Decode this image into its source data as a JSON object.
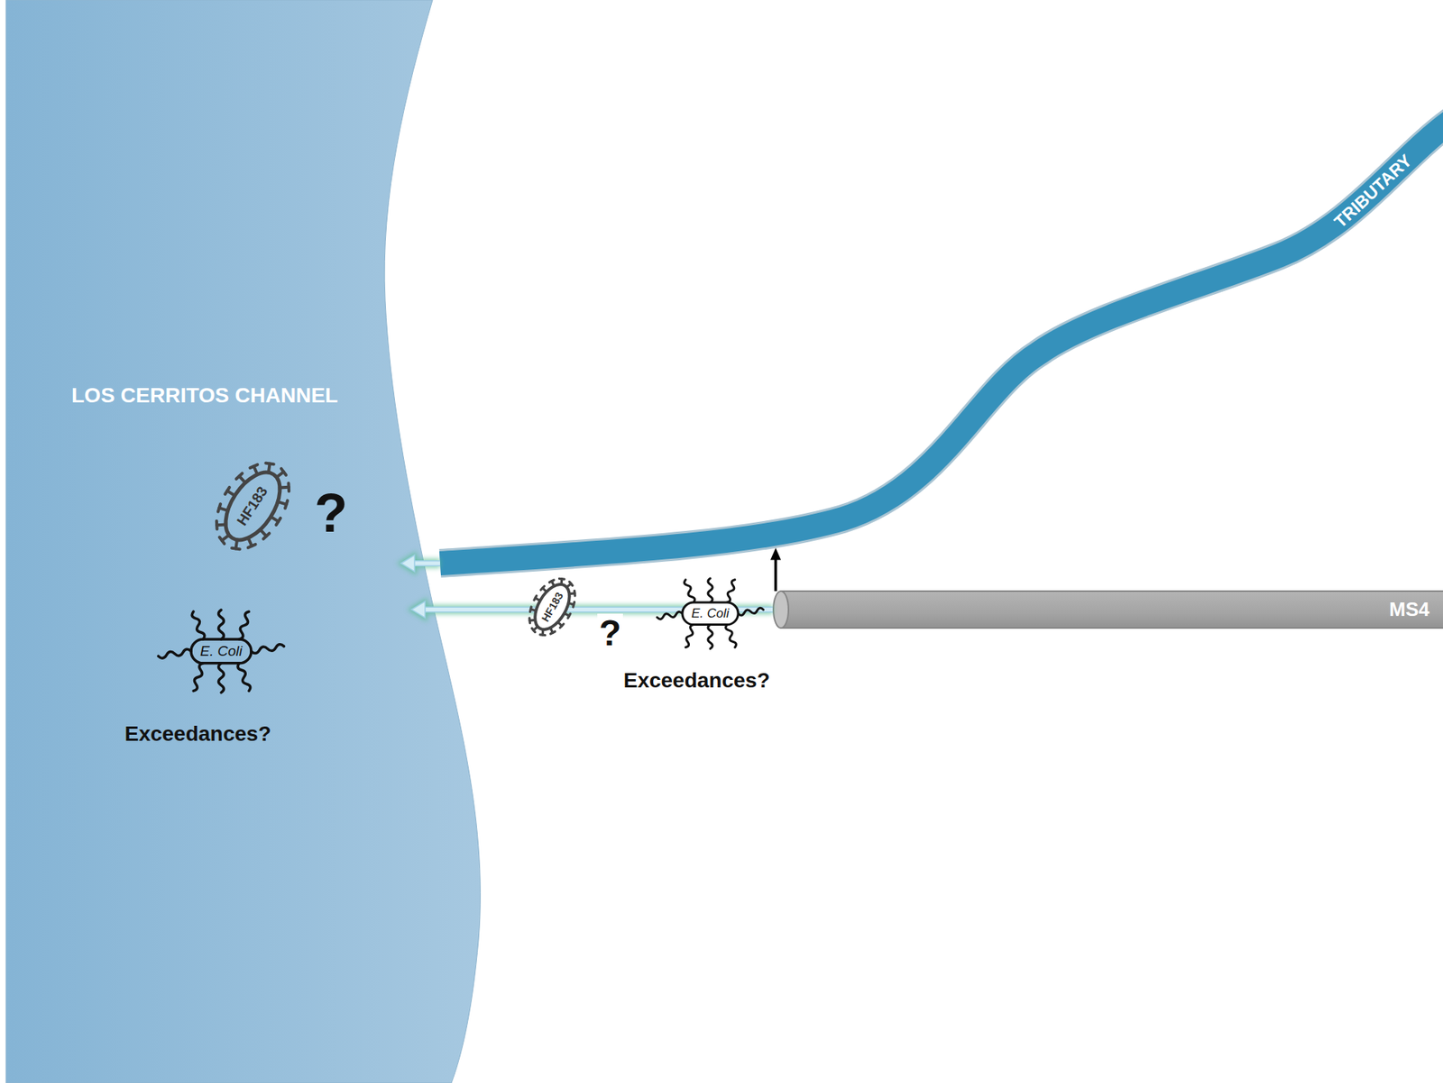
{
  "diagram": {
    "nodes": [
      {
        "text": [
          "LOS CERRITOS CHANNEL"
        ]
      },
      {
        "text": [
          "HF183"
        ],
        "in": 0
      },
      {
        "text": [
          "E. Coli"
        ],
        "in": 0
      },
      {
        "text": [
          "TRIBUTARY"
        ]
      },
      {
        "text": [
          "HF183"
        ]
      },
      {
        "text": [
          "E. Coli"
        ]
      },
      {
        "text": [
          "MS4"
        ]
      }
    ],
    "edges": [
      {
        "from": 3,
        "to": 0,
        "arrow": "to"
      },
      {
        "from": 6,
        "to": 0,
        "arrow": "to"
      },
      {
        "from": 6,
        "to": 3,
        "arrow": "to"
      }
    ],
    "labels": [
      "?",
      "Exceedances?",
      "?",
      "Exceedances?"
    ]
  }
}
